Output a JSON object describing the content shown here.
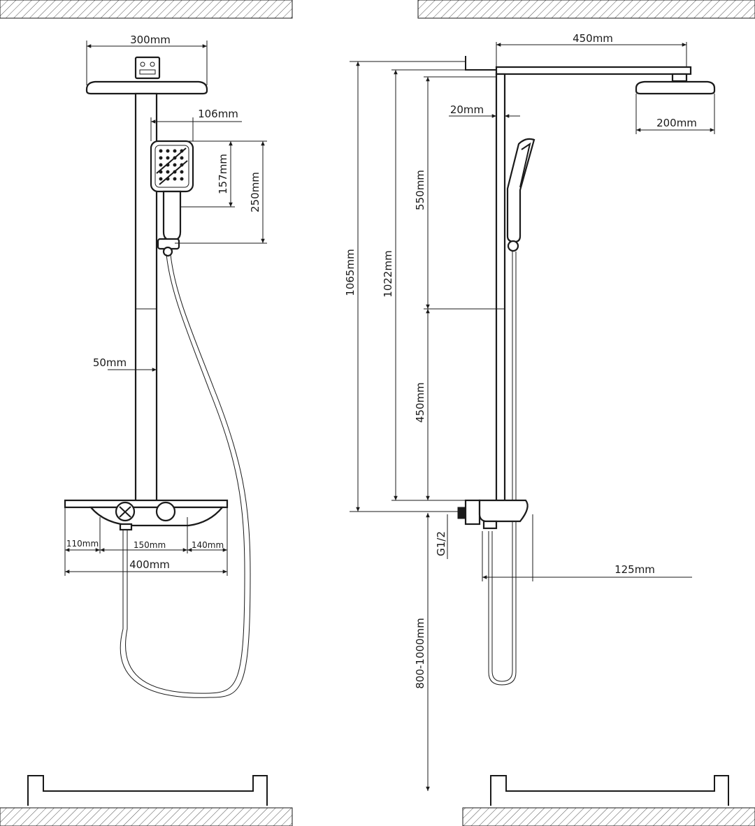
{
  "front_view": {
    "head_width": "300mm",
    "handshower_width": "106mm",
    "handshower_head_height": "157mm",
    "handshower_total_height": "250mm",
    "pipe_diameter": "50mm",
    "shelf_left_segment": "110mm",
    "shelf_center_segment": "150mm",
    "shelf_right_segment": "140mm",
    "shelf_width": "400mm"
  },
  "side_view": {
    "arm_length": "450mm",
    "pipe_diameter": "20mm",
    "head_diameter": "200mm",
    "upper_pipe_length": "550mm",
    "lower_pipe_length": "450mm",
    "total_height": "1065mm",
    "pipe_height": "1022mm",
    "inlet_thread": "G1/2",
    "projection": "125mm",
    "install_height": "800-1000mm"
  }
}
